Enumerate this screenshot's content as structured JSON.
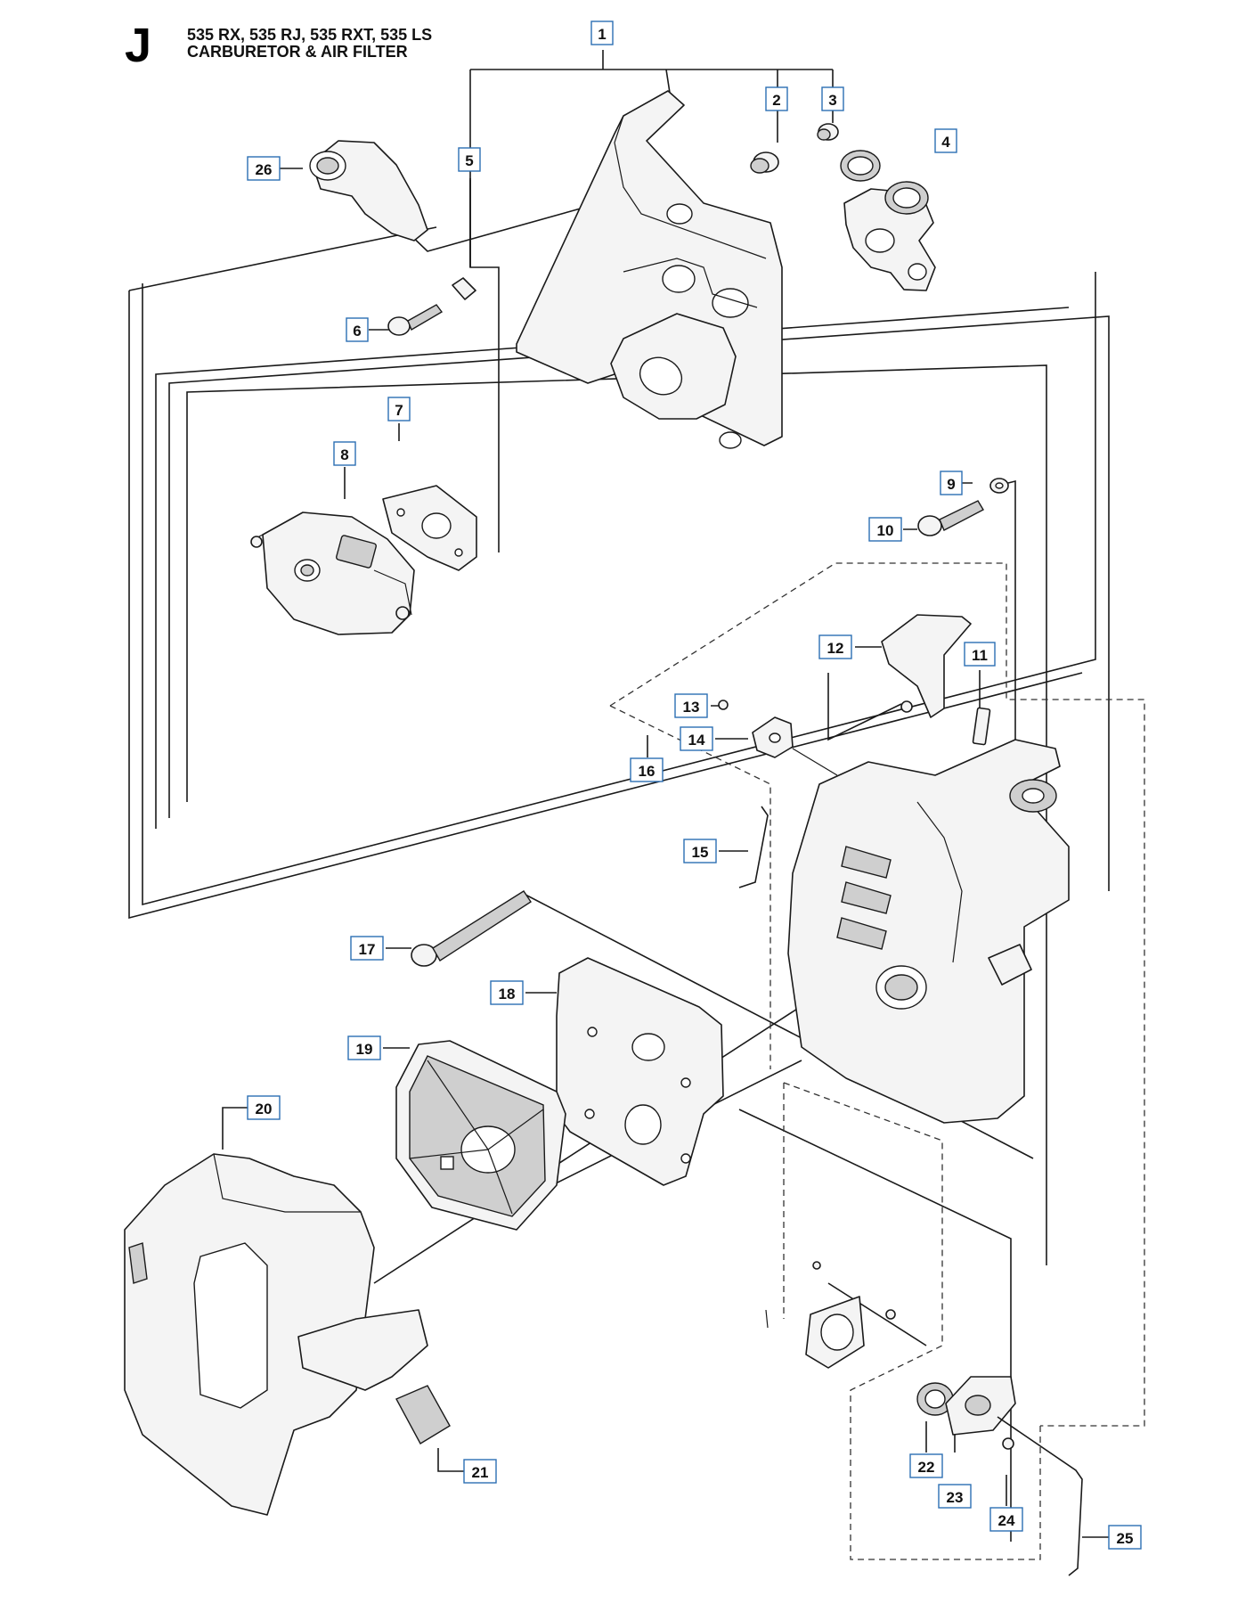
{
  "header": {
    "section_letter": "J",
    "models_line": "535 RX, 535 RJ, 535 RXT, 535 LS",
    "title_line": "CARBURETOR & AIR FILTER"
  },
  "callouts": [
    {
      "id": "1",
      "label": "1"
    },
    {
      "id": "2",
      "label": "2"
    },
    {
      "id": "3",
      "label": "3"
    },
    {
      "id": "4",
      "label": "4"
    },
    {
      "id": "5",
      "label": "5"
    },
    {
      "id": "6",
      "label": "6"
    },
    {
      "id": "7",
      "label": "7"
    },
    {
      "id": "8",
      "label": "8"
    },
    {
      "id": "9",
      "label": "9"
    },
    {
      "id": "10",
      "label": "10"
    },
    {
      "id": "11",
      "label": "11"
    },
    {
      "id": "12",
      "label": "12"
    },
    {
      "id": "13",
      "label": "13"
    },
    {
      "id": "14",
      "label": "14"
    },
    {
      "id": "15",
      "label": "15"
    },
    {
      "id": "16",
      "label": "16"
    },
    {
      "id": "17",
      "label": "17"
    },
    {
      "id": "18",
      "label": "18"
    },
    {
      "id": "19",
      "label": "19"
    },
    {
      "id": "20",
      "label": "20"
    },
    {
      "id": "21",
      "label": "21"
    },
    {
      "id": "22",
      "label": "22"
    },
    {
      "id": "23",
      "label": "23"
    },
    {
      "id": "24",
      "label": "24"
    },
    {
      "id": "25",
      "label": "25"
    },
    {
      "id": "26",
      "label": "26"
    }
  ],
  "colors": {
    "callout_border": "#2c6fb3",
    "line": "#1a1a1a",
    "part_fill": "#f4f4f4"
  }
}
